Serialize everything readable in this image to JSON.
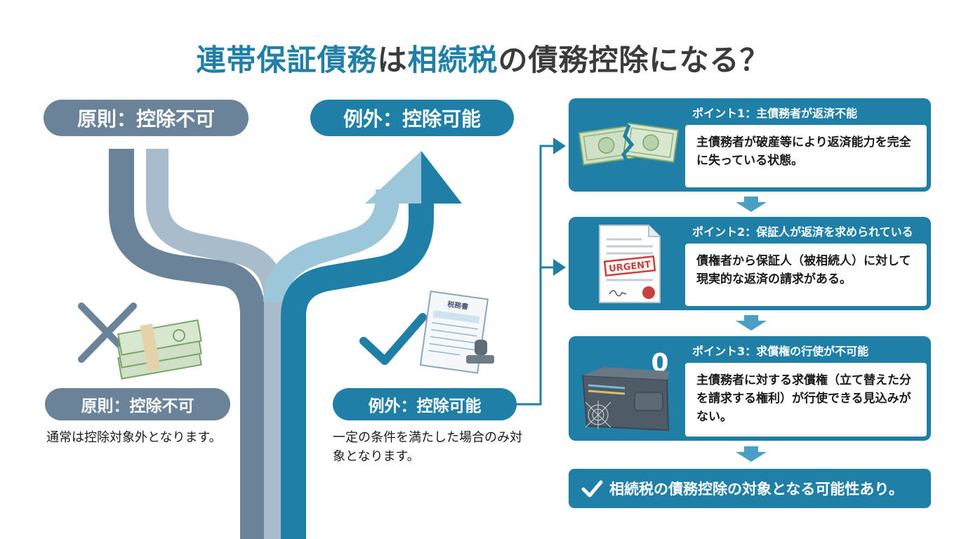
{
  "title": {
    "hl1": "連帯保証債務",
    "t1": "は",
    "hl2": "相続税",
    "t2": "の債務控除になる？"
  },
  "branches": {
    "left_header": "原則：控除不可",
    "right_header": "例外：控除可能",
    "left_label": "原則：控除不可",
    "left_desc": "通常は控除対象外となります。",
    "right_label": "例外：控除可能",
    "right_desc": "一定の条件を満たした場合のみ対象となります。"
  },
  "illustrations": {
    "tax_doc_heading": "税務書",
    "urgent_stamp": "URGENT",
    "zero_mark": "0"
  },
  "points": [
    {
      "title": "ポイント1：主債務者が返済不能",
      "body": "主債務者が破産等により返済能力を完全に失っている状態。"
    },
    {
      "title": "ポイント2：保証人が返済を求められている",
      "body": "債権者から保証人（被相続人）に対して現実的な返済の請求がある。"
    },
    {
      "title": "ポイント3：求償権の行使が不可能",
      "body": "主債務者に対する求償権（立て替えた分を請求する権利）が行使できる見込みがない。"
    }
  ],
  "conclusion": "相続税の債務控除の対象となる可能性あり。",
  "colors": {
    "primary_blue": "#1f7fa6",
    "gray_blue": "#6a8399",
    "light_blue": "#9cc7d9",
    "light_gray": "#a9bccb"
  }
}
